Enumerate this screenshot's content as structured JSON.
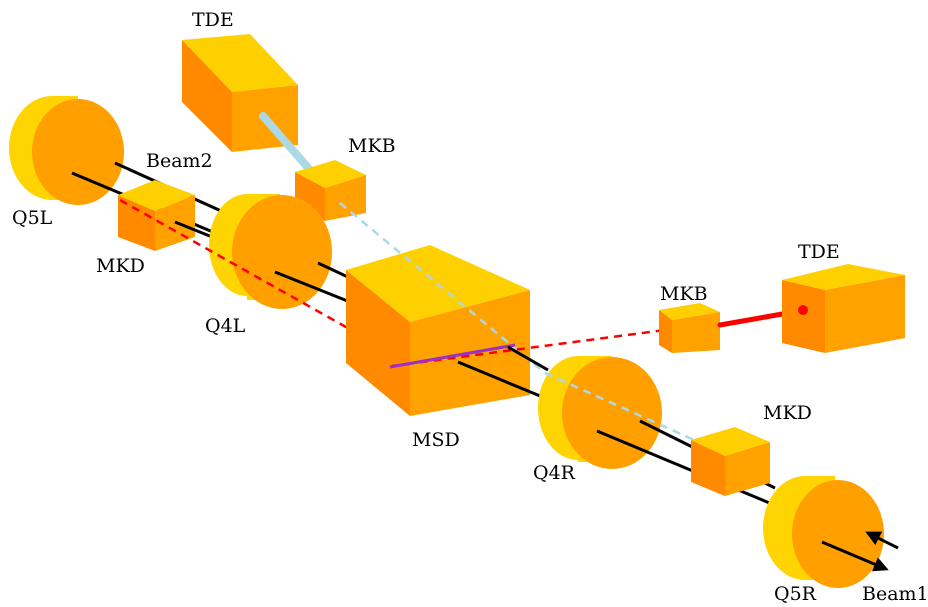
{
  "colors": {
    "face_front": "#FF8A00",
    "face_top": "#FFD000",
    "face_side": "#FFA200",
    "disc_rim": "#FFD400",
    "disc_face": "#FF9F00",
    "beam": "#000000",
    "dump_beam2": "#ADD8E6",
    "dump_beam1": "#FF0000",
    "septum": "#9B30C8"
  },
  "labels": {
    "tde_top": "TDE",
    "mkb_top": "MKB",
    "beam2": "Beam2",
    "q5l": "Q5L",
    "mkd_left": "MKD",
    "q4l": "Q4L",
    "msd": "MSD",
    "mkb_right": "MKB",
    "tde_right": "TDE",
    "q4r": "Q4R",
    "mkd_right": "MKD",
    "q5r": "Q5R",
    "beam1": "Beam1"
  }
}
